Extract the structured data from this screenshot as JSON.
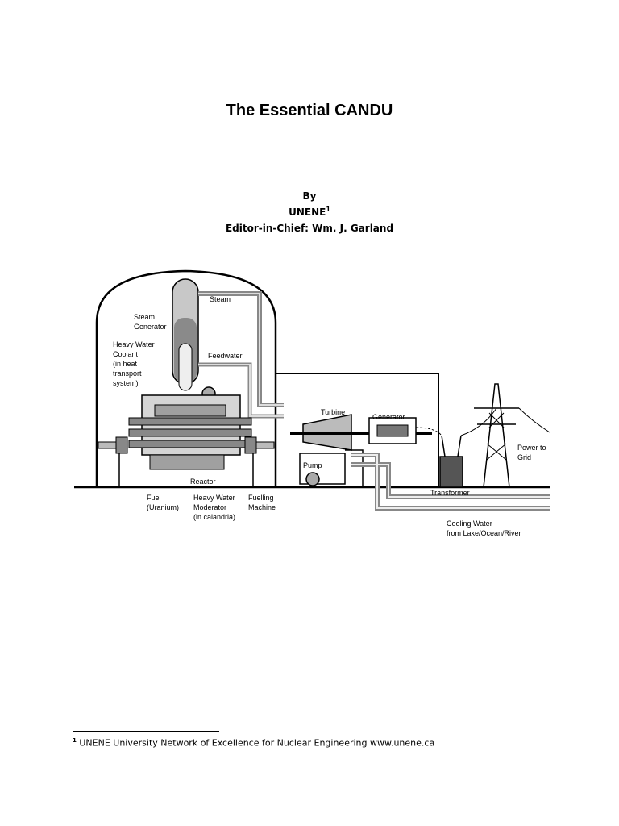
{
  "document": {
    "title": "The Essential CANDU",
    "by": "By",
    "author": "UNENE",
    "author_note_mark": "1",
    "editor": "Editor-in-Chief: Wm. J. Garland"
  },
  "figure": {
    "labels": {
      "steam": "Steam",
      "steam_generator_1": "Steam",
      "steam_generator_2": "Generator",
      "coolant_1": "Heavy Water",
      "coolant_2": "Coolant",
      "coolant_3": "(in heat",
      "coolant_4": "transport",
      "coolant_5": "system)",
      "feedwater": "Feedwater",
      "turbine": "Turbine",
      "generator": "Generator",
      "power_1": "Power to",
      "power_2": "Grid",
      "pump": "Pump",
      "reactor": "Reactor",
      "fuel_1": "Fuel",
      "fuel_2": "(Uranium)",
      "moderator_1": "Heavy Water",
      "moderator_2": "Moderator",
      "moderator_3": "(in calandria)",
      "fuelling_1": "Fuelling",
      "fuelling_2": "Machine",
      "transformer": "Transformer",
      "cooling_1": "Cooling Water",
      "cooling_2": "from Lake/Ocean/River"
    }
  },
  "footnote": {
    "mark": "1",
    "text": "UNENE  University Network of Excellence for Nuclear Engineering  www.unene.ca"
  }
}
